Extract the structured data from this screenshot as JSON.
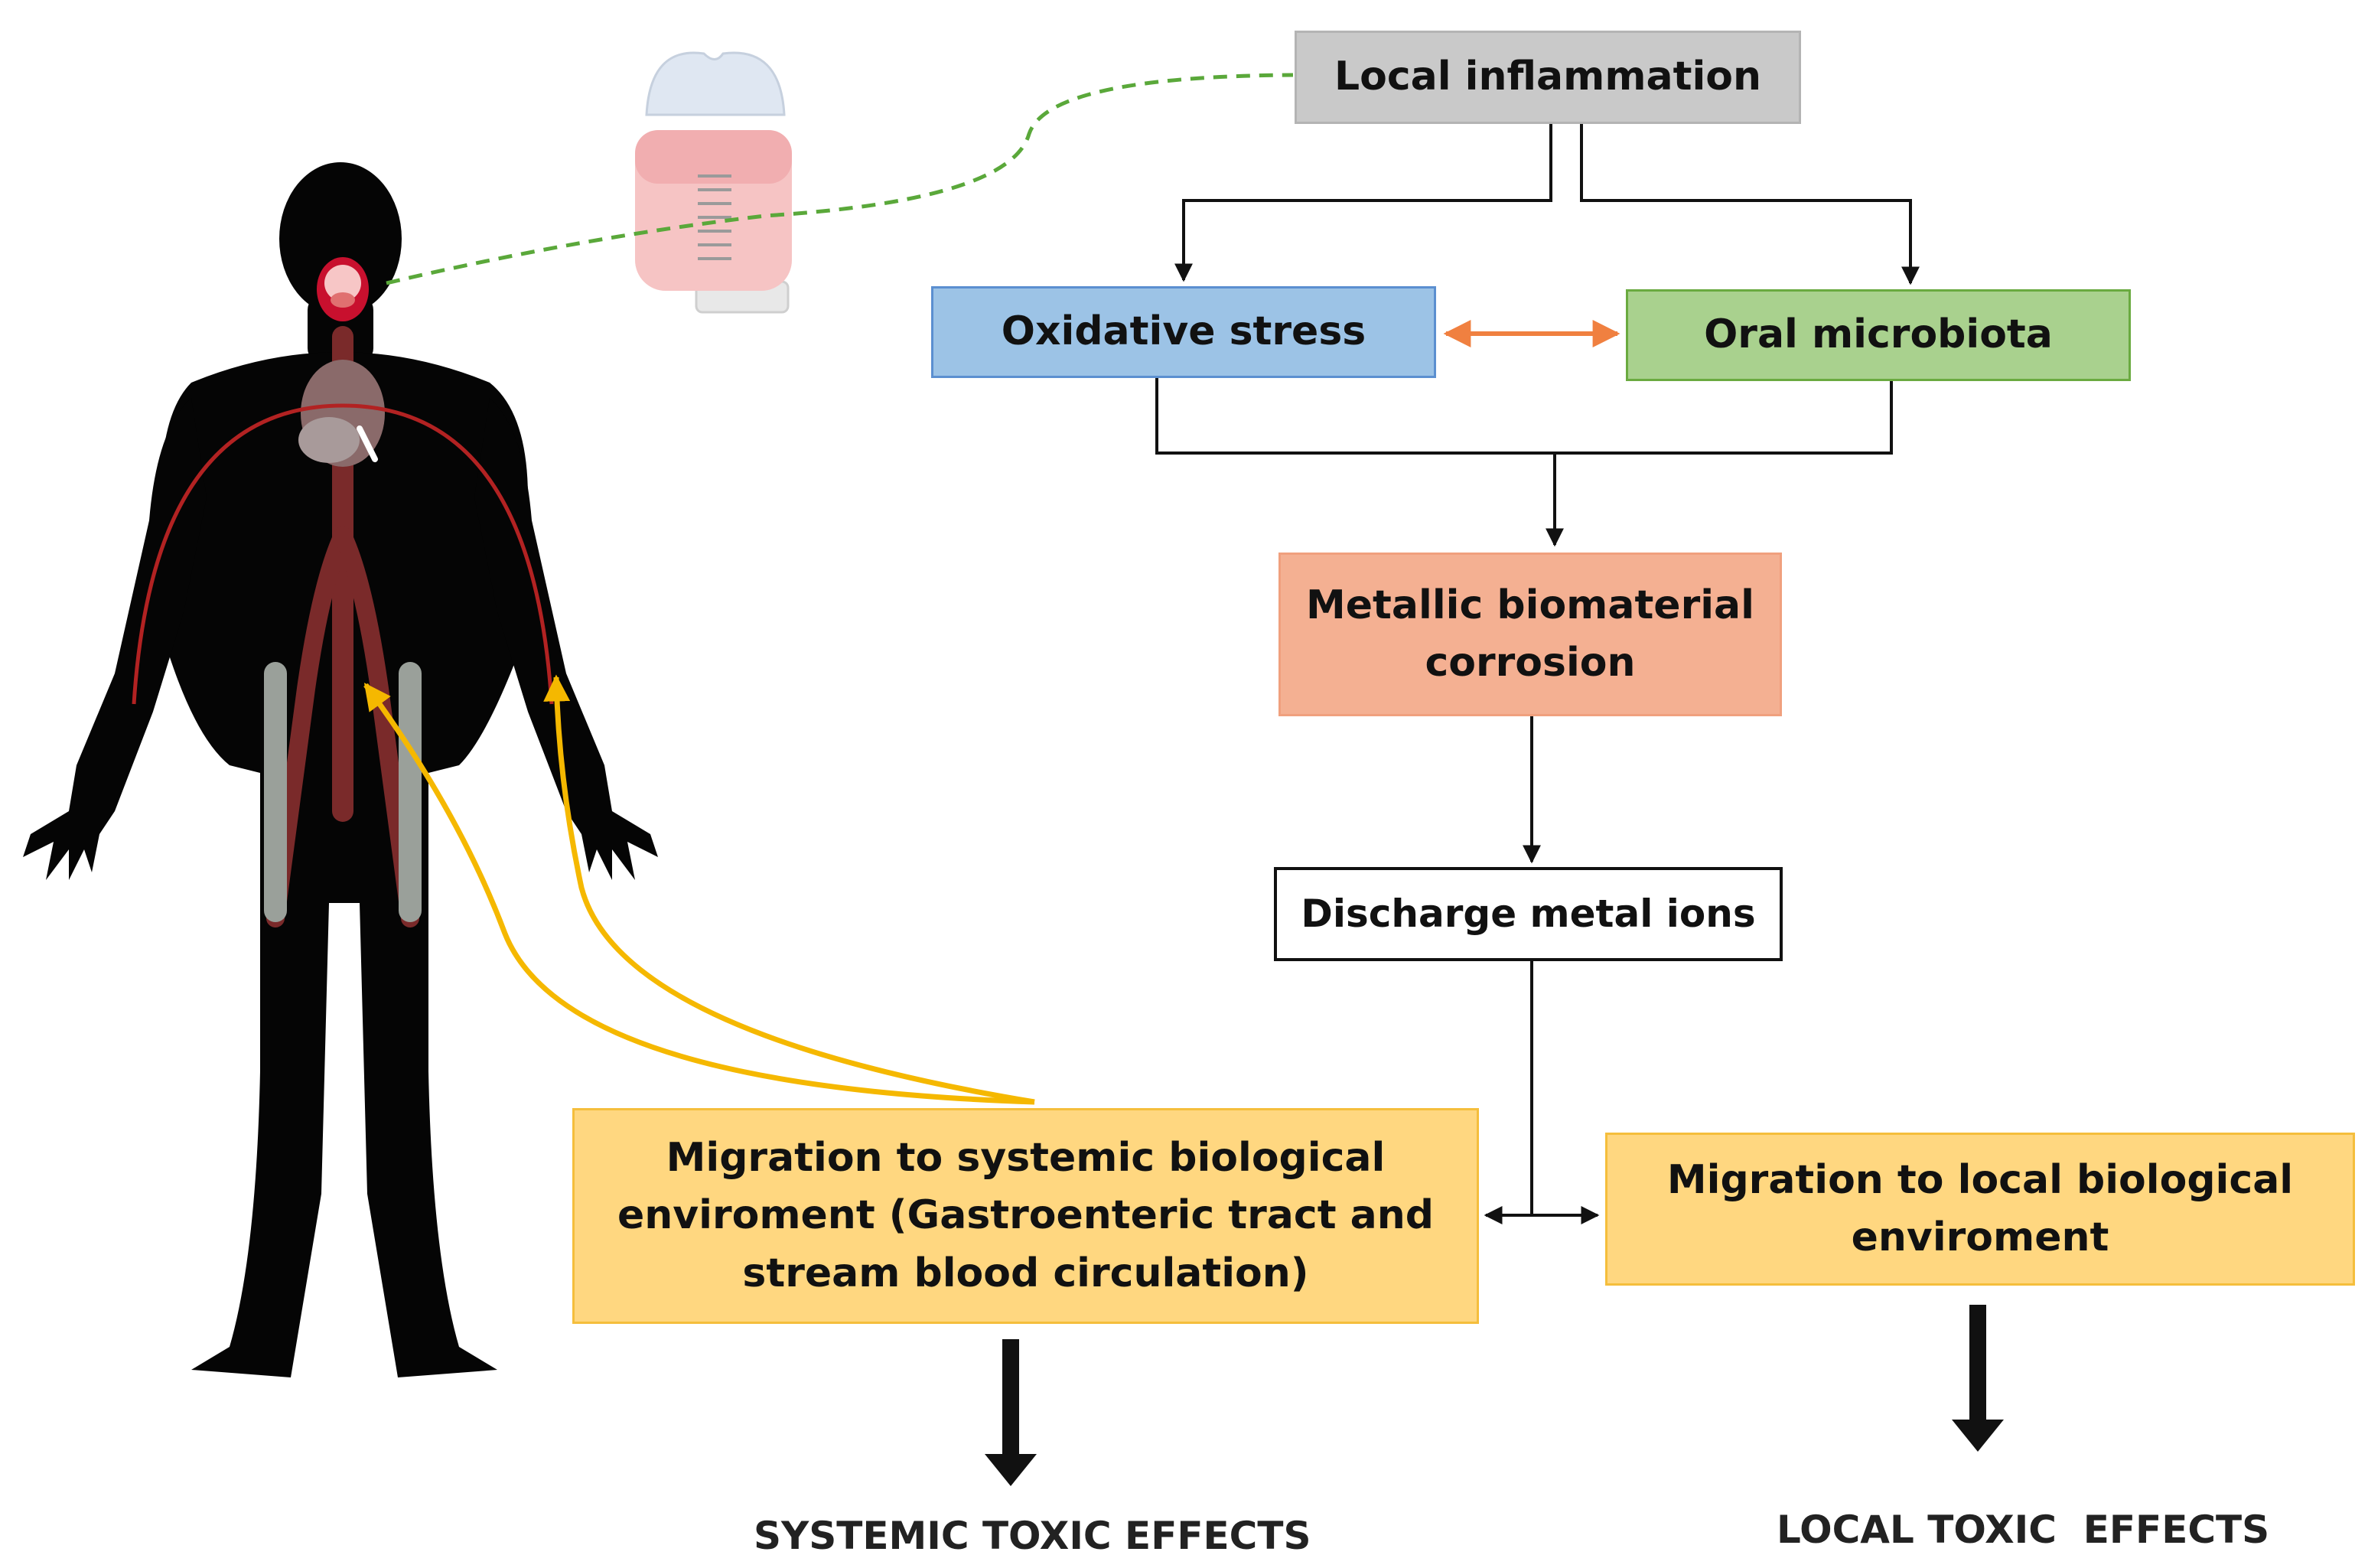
{
  "nodes": {
    "local_inflammation": "Local inflammation",
    "oxidative_stress": "Oxidative stress",
    "oral_microbiota": "Oral microbiota",
    "corrosion": [
      "Metallic biomaterial",
      "corrosion"
    ],
    "discharge": "Discharge metal ions",
    "systemic_migration": [
      "Migration to systemic biological",
      "enviroment (Gastroenteric tract and",
      "stream blood circulation)"
    ],
    "local_migration": [
      "Migration to local biological",
      "enviroment"
    ]
  },
  "outcomes": {
    "systemic": "SYSTEMIC TOXIC EFFECTS",
    "local": "LOCAL TOXIC  EFFECTS"
  },
  "illustrations": {
    "human": "human-silhouette-icon",
    "implant": "dental-implant-icon"
  },
  "colors": {
    "local_inflammation": "#c9c9c9",
    "oxidative_stress": "#9cc3e6",
    "oral_microbiota": "#a9d18e",
    "corrosion": "#f4b092",
    "migration": "#ffd780",
    "migration_arrow": "#f5b800",
    "dashed_link": "#5aa83a",
    "bidirectional_arrow": "#f08040"
  }
}
